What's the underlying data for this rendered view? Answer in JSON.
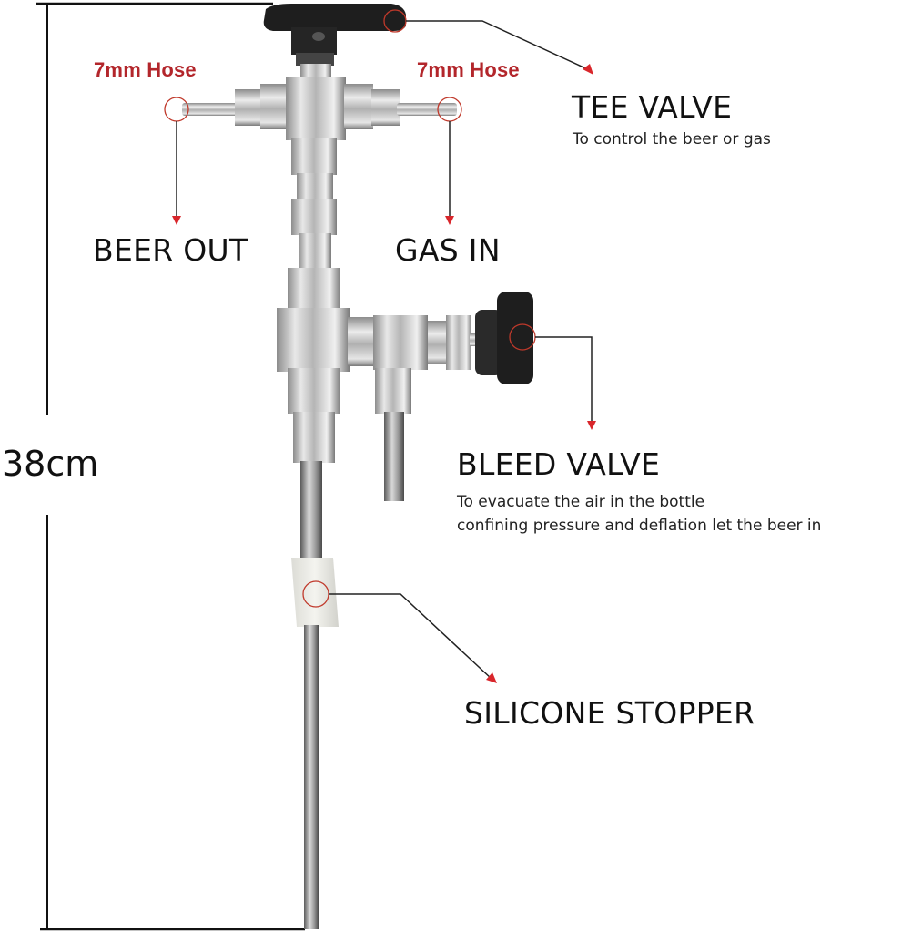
{
  "diagram": {
    "type": "product-annotation",
    "subject": "Beer bottle filler / counter-pressure filler with tee valve and bleed valve",
    "dimension": {
      "label": "38cm"
    },
    "hose_labels": [
      {
        "text": "7mm Hose",
        "side": "left"
      },
      {
        "text": "7mm Hose",
        "side": "right"
      }
    ],
    "callouts": {
      "tee_valve": {
        "title": "TEE VALVE",
        "description": "To control the beer or gas"
      },
      "beer_out": {
        "title": "BEER OUT"
      },
      "gas_in": {
        "title": "GAS IN"
      },
      "bleed_valve": {
        "title": "BLEED VALVE",
        "description_lines": [
          "To evacuate the air in the bottle",
          "confining pressure and deflation let the beer in"
        ]
      },
      "silicone_stopper": {
        "title": "SILICONE STOPPER"
      }
    },
    "colors": {
      "label_red": "#b3262b",
      "marker_red": "#c0392b",
      "arrow_head_red": "#d9262b",
      "text_black": "#111111",
      "steel": "#c7c7c7",
      "knob_black": "#1e1e1e",
      "stopper_white": "#e9e9e4"
    }
  }
}
